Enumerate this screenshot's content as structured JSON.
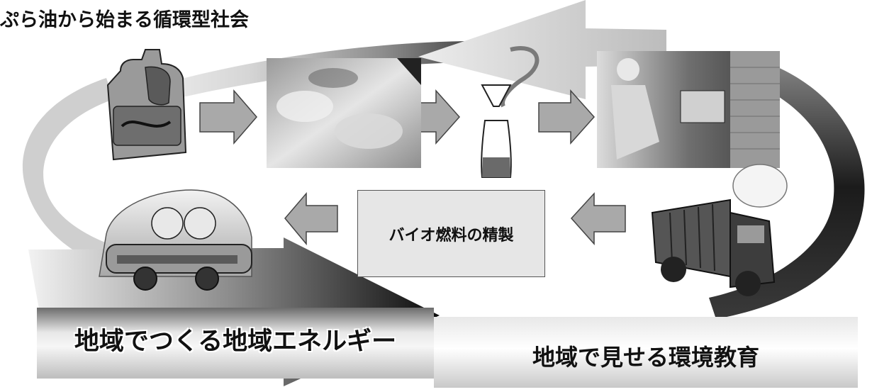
{
  "title": "ぷら油から始まる循環型社会",
  "center_label": "バイオ燃料の精製",
  "banner_left": "地域でつくる地域エネルギー",
  "banner_right": "地域で見せる環境教育",
  "icons": [
    "oil-jug-icon",
    "tempura-frying-photo",
    "funnel-bottle-icon",
    "collection-machine-photo",
    "garbage-truck-icon",
    "bus-with-children-icon"
  ],
  "colors": {
    "background": "#ffffff",
    "text": "#111111",
    "arrow_fill": "#a9a9a9"
  }
}
